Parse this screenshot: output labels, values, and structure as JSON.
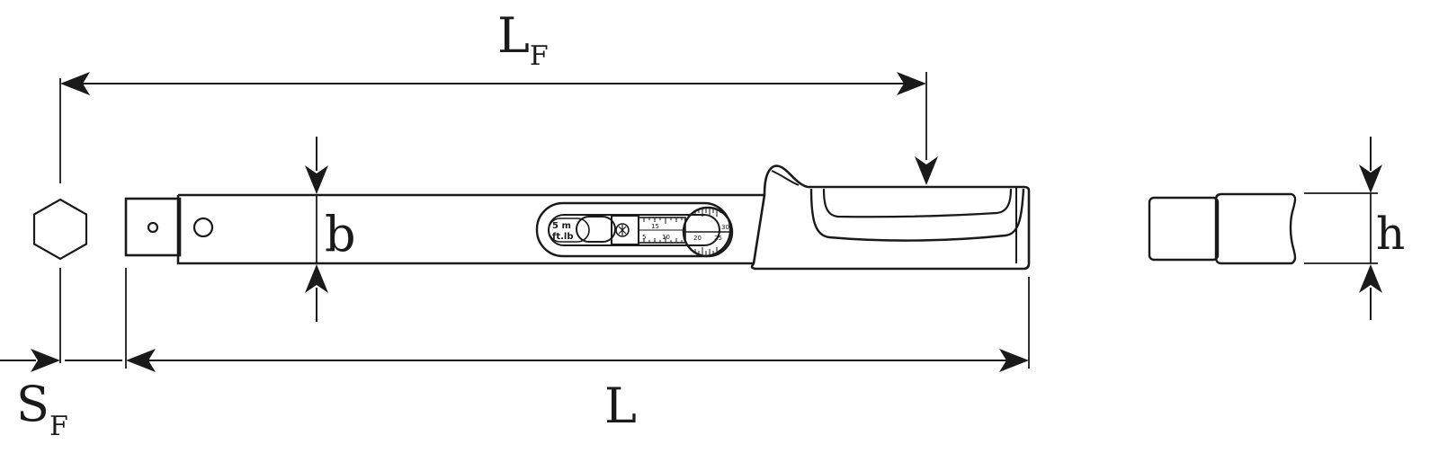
{
  "dimensions": {
    "LF": {
      "main": "L",
      "sub": "F"
    },
    "SF": {
      "main": "S",
      "sub": "F"
    },
    "L": "L",
    "b": "b",
    "h": "h"
  },
  "scale_window": {
    "unit_value": "5 m",
    "unit_name": "ft.lb",
    "scale_marks": [
      "15",
      "5",
      "10",
      "30",
      "20",
      "25"
    ]
  }
}
